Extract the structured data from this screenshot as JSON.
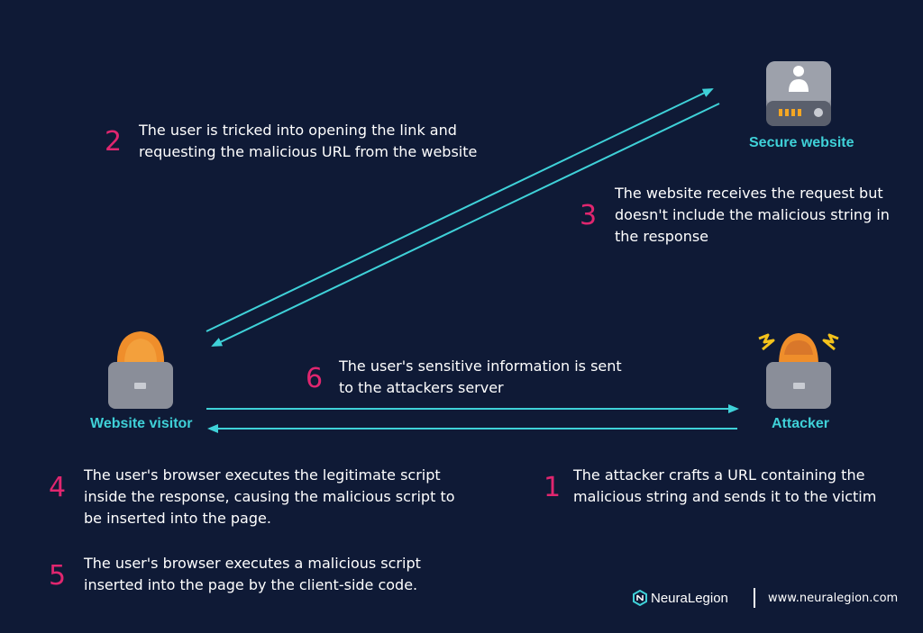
{
  "nodes": {
    "secure_website": "Secure website",
    "website_visitor": "Website visitor",
    "attacker": "Attacker"
  },
  "steps": [
    {
      "number": "1",
      "lines": [
        "The attacker crafts a URL containing the",
        "malicious string and sends it to the victim"
      ]
    },
    {
      "number": "2",
      "lines": [
        "The user is tricked into opening the link and",
        "requesting the malicious URL from the website"
      ]
    },
    {
      "number": "3",
      "lines": [
        "The website receives the request but",
        "doesn't include the malicious string in",
        "the response"
      ]
    },
    {
      "number": "4",
      "lines": [
        "The user's browser executes the legitimate script",
        "inside the response, causing the malicious script to",
        "be inserted into the page."
      ]
    },
    {
      "number": "5",
      "lines": [
        "The user's browser executes a malicious script",
        "inserted into the page by the client-side code."
      ]
    },
    {
      "number": "6",
      "lines": [
        "The user's sensitive information is sent",
        "to the attackers server"
      ]
    }
  ],
  "footer": {
    "brand": "NeuraLegion",
    "url": "www.neuralegion.com"
  },
  "colors": {
    "background": "#0f1a36",
    "accent": "#3fd1d8",
    "step_number": "#e0266f"
  }
}
